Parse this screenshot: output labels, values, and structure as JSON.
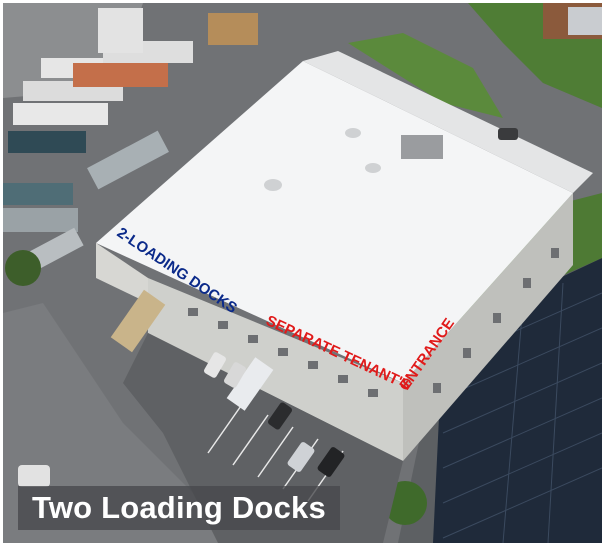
{
  "photo": {
    "subject": "aerial-view-warehouse",
    "colors": {
      "roof": "#f4f5f6",
      "asphalt": "#6c6e71",
      "grass": "#4f7d35",
      "solar": "#1f2a3a",
      "dock_label": "#0b2a8a",
      "entrance_label": "#e01a1a"
    }
  },
  "labels": {
    "docks": "2-LOADING DOCKS",
    "entrance": "SEPARATE TENANT'S ENTRANCE"
  },
  "caption": {
    "text": "Two Loading Docks"
  }
}
